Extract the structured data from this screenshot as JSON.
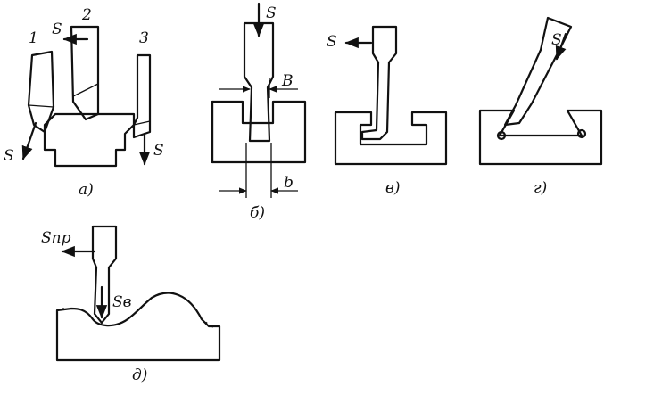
{
  "figure": {
    "panel_a": {
      "caption": "а)",
      "tool_1": "1",
      "tool_2": "2",
      "tool_3": "3",
      "feed_top": "S",
      "feed_left": "S",
      "feed_right": "S"
    },
    "panel_b": {
      "caption": "б)",
      "feed": "S",
      "dim_upper": "B",
      "dim_lower": "b"
    },
    "panel_v": {
      "caption": "в)",
      "feed": "S"
    },
    "panel_g": {
      "caption": "г)",
      "feed": "S"
    },
    "panel_d": {
      "caption": "д)",
      "feed_long": "Sпр",
      "feed_vert": "Sв"
    }
  }
}
